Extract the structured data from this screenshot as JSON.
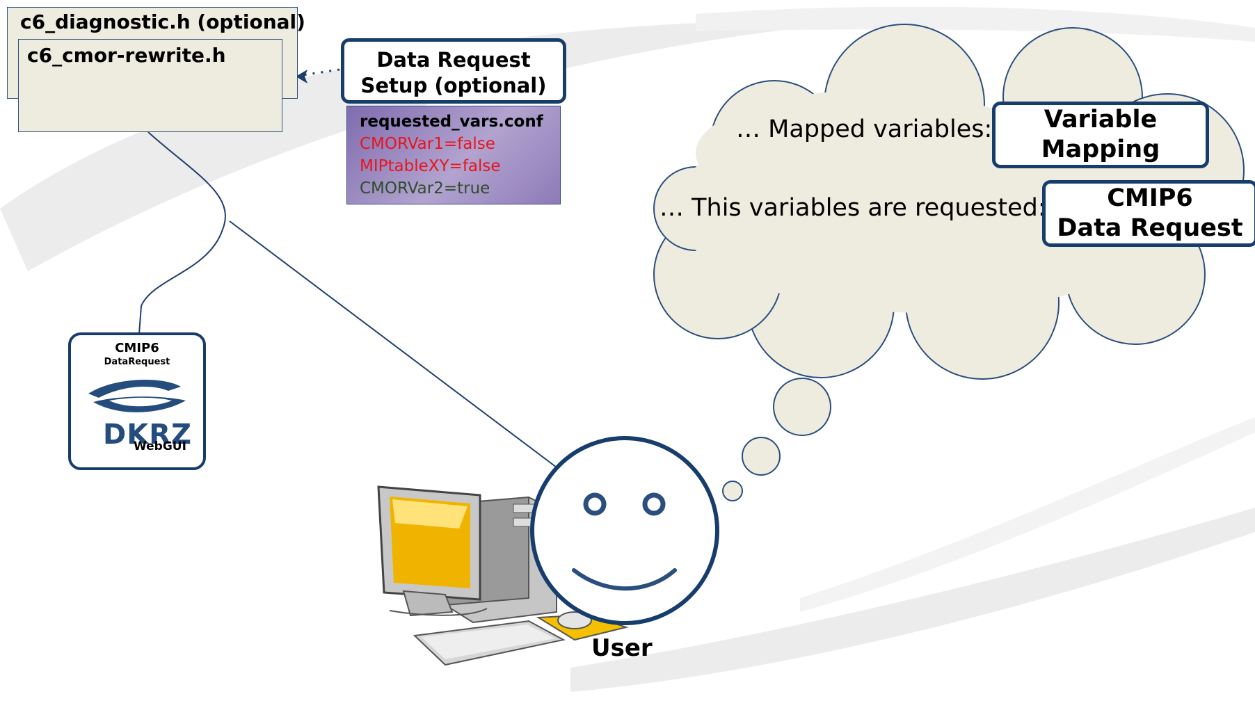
{
  "files": {
    "back_title": "c6_diagnostic.h (optional)",
    "front_title": "c6_cmor-rewrite.h"
  },
  "data_request_setup": {
    "line1": "Data Request",
    "line2": "Setup (optional)"
  },
  "config": {
    "lines": [
      "requested_vars.conf",
      "CMORVar1=false",
      "MIPtableXY=false",
      "CMORVar2=true"
    ]
  },
  "thought": {
    "mapped_text": "… Mapped variables:",
    "requested_text": "… This variables are requested:"
  },
  "variable_mapping": {
    "line1": "Variable",
    "line2": "Mapping"
  },
  "cmip6_request": {
    "line1": "CMIP6",
    "line2": "Data Request"
  },
  "webgui": {
    "title": "CMIP6",
    "subtitle": "DataRequest",
    "logo_text": "DKRZ",
    "label": "WebGUI"
  },
  "user": {
    "label": "User"
  },
  "colors": {
    "border_blue": "#163d6c",
    "file_fill": "#eeebdf",
    "cloud_fill": "#eeebdf",
    "false_red": "#e8141c",
    "true_green": "#2e4d2a",
    "conf_purple": "#8e7ab8"
  }
}
